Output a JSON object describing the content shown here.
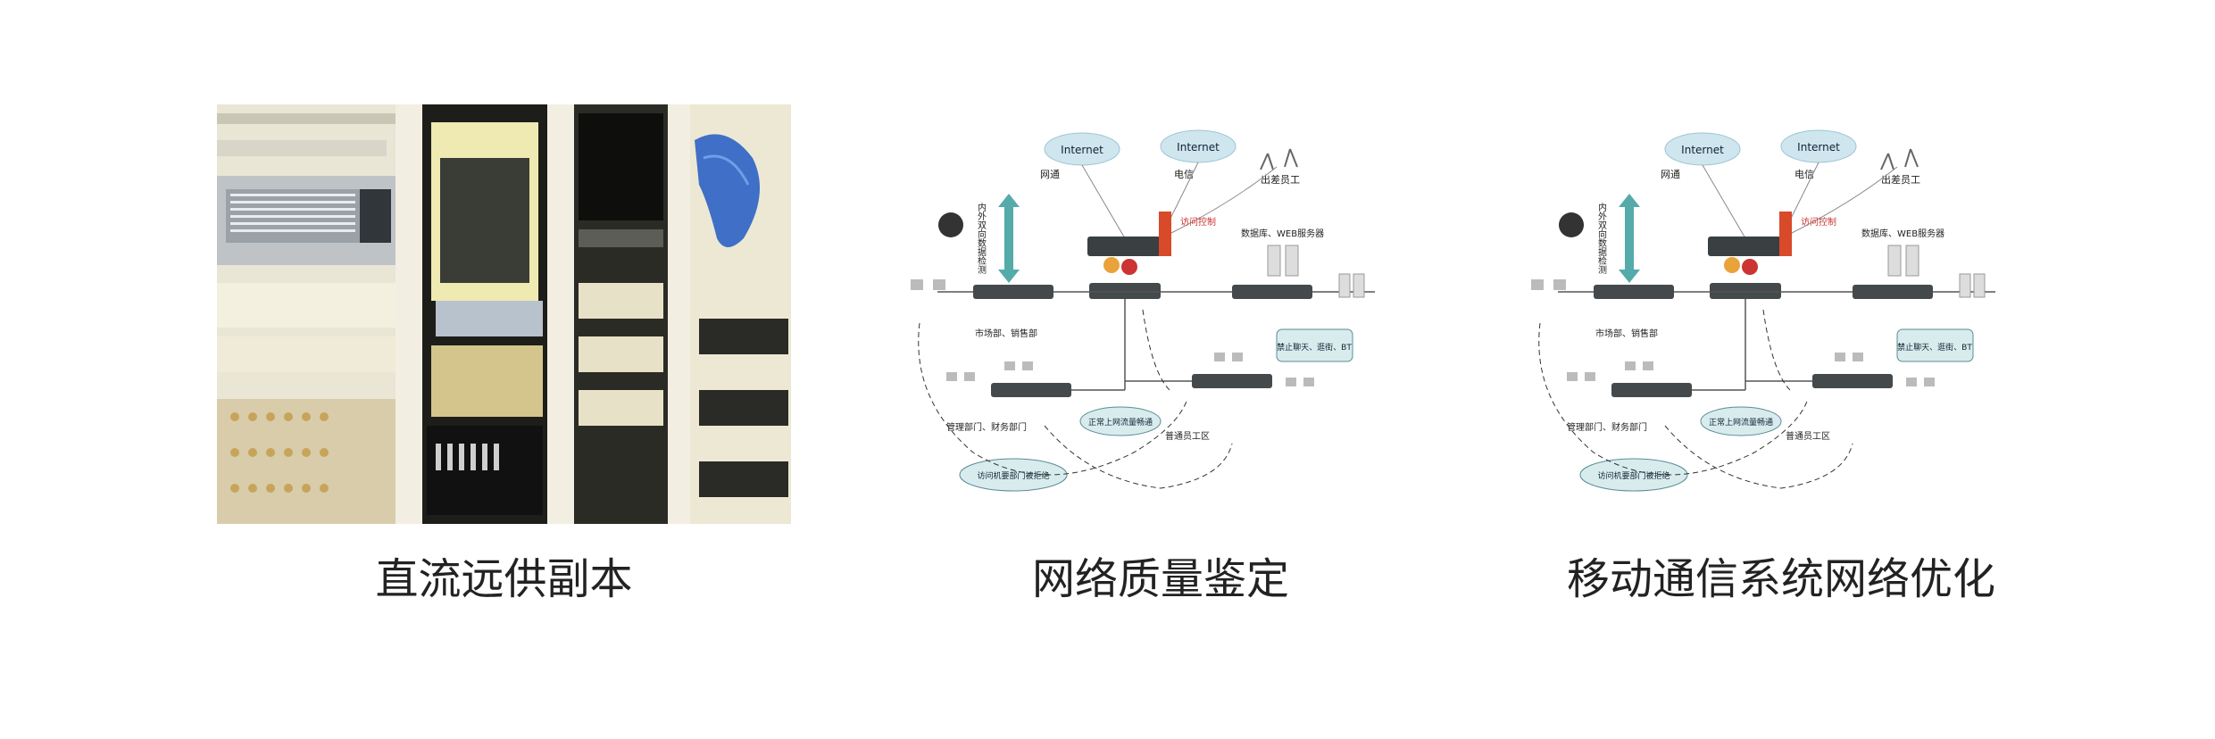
{
  "items": [
    {
      "caption": "直流远供副本",
      "image": "server-rack-photo"
    },
    {
      "caption": "网络质量鉴定",
      "image": "network-topology-diagram",
      "diagram": {
        "cloud1": "Internet",
        "cloud2": "Internet",
        "isp1": "网通",
        "isp2": "电信",
        "remote": "出差员工",
        "detect": "内外双向数据检测",
        "firewall": "访问控制",
        "servers": "数据库、WEB服务器",
        "dept1": "市场部、销售部",
        "dept2": "管理部门、财务部门",
        "dept3": "普通员工区",
        "bubble1": "禁止聊天、逛街、BT",
        "bubble2": "正常上网流量畅通",
        "bubble3": "访问机要部门被拒绝"
      }
    },
    {
      "caption": "移动通信系统网络优化",
      "image": "network-topology-diagram",
      "diagram": {
        "cloud1": "Internet",
        "cloud2": "Internet",
        "isp1": "网通",
        "isp2": "电信",
        "remote": "出差员工",
        "detect": "内外双向数据检测",
        "firewall": "访问控制",
        "servers": "数据库、WEB服务器",
        "dept1": "市场部、销售部",
        "dept2": "管理部门、财务部门",
        "dept3": "普通员工区",
        "bubble1": "禁止聊天、逛街、BT",
        "bubble2": "正常上网流量畅通",
        "bubble3": "访问机要部门被拒绝"
      }
    }
  ]
}
